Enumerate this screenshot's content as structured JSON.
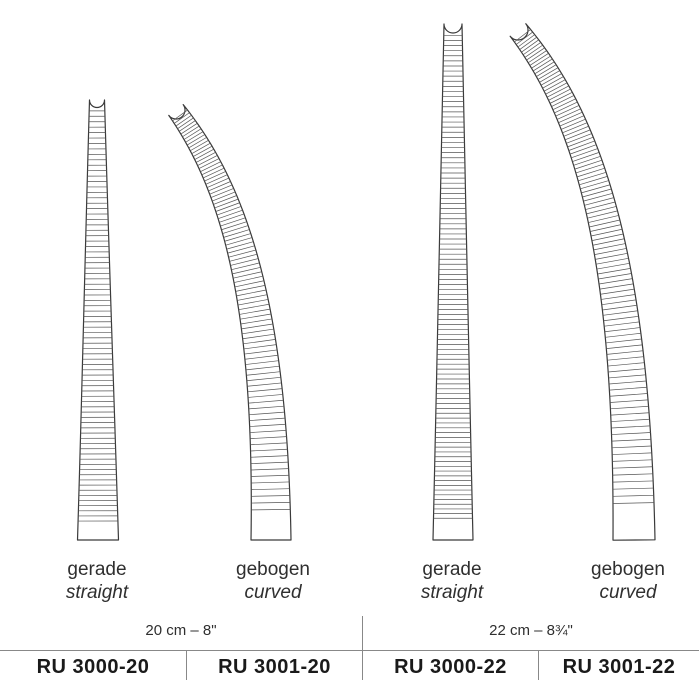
{
  "instruments": [
    {
      "id": "straight-20",
      "label_de": "gerade",
      "label_en": "straight"
    },
    {
      "id": "curved-20",
      "label_de": "gebogen",
      "label_en": "curved"
    },
    {
      "id": "straight-22",
      "label_de": "gerade",
      "label_en": "straight"
    },
    {
      "id": "curved-22",
      "label_de": "gebogen",
      "label_en": "curved"
    }
  ],
  "sizes": [
    "20 cm – 8\"",
    "22 cm – 8¾\""
  ],
  "codes": [
    "RU 3000-20",
    "RU 3001-20",
    "RU 3000-22",
    "RU 3001-22"
  ]
}
